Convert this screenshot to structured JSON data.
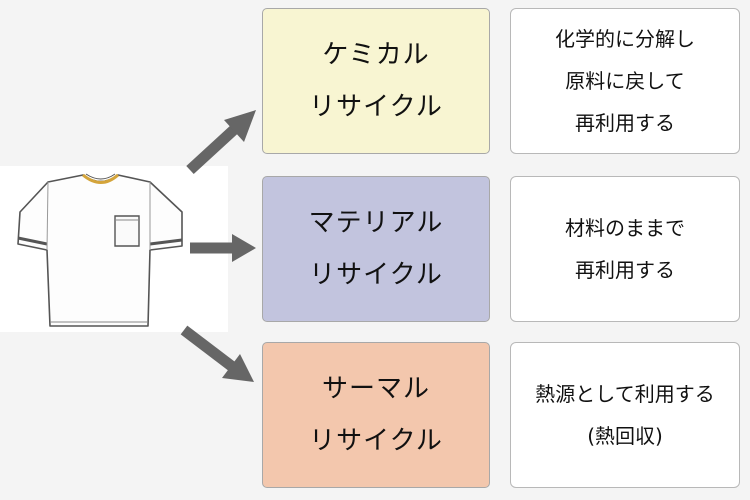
{
  "colors": {
    "chemical_bg": "#f8f5d2",
    "material_bg": "#c2c4de",
    "thermal_bg": "#f3c7ad",
    "arrow": "#666666"
  },
  "icons": [
    "tshirt-icon",
    "arrow-icon"
  ],
  "categories": [
    {
      "line1": "ケミカル",
      "line2": "リサイクル"
    },
    {
      "line1": "マテリアル",
      "line2": "リサイクル"
    },
    {
      "line1": "サーマル",
      "line2": "リサイクル"
    }
  ],
  "descriptions": [
    {
      "lines": [
        "化学的に分解し",
        "原料に戻して",
        "再利用する"
      ]
    },
    {
      "lines": [
        "材料のままで",
        "再利用する"
      ]
    },
    {
      "lines": [
        "熱源として利用する",
        "(熱回収)"
      ]
    }
  ]
}
